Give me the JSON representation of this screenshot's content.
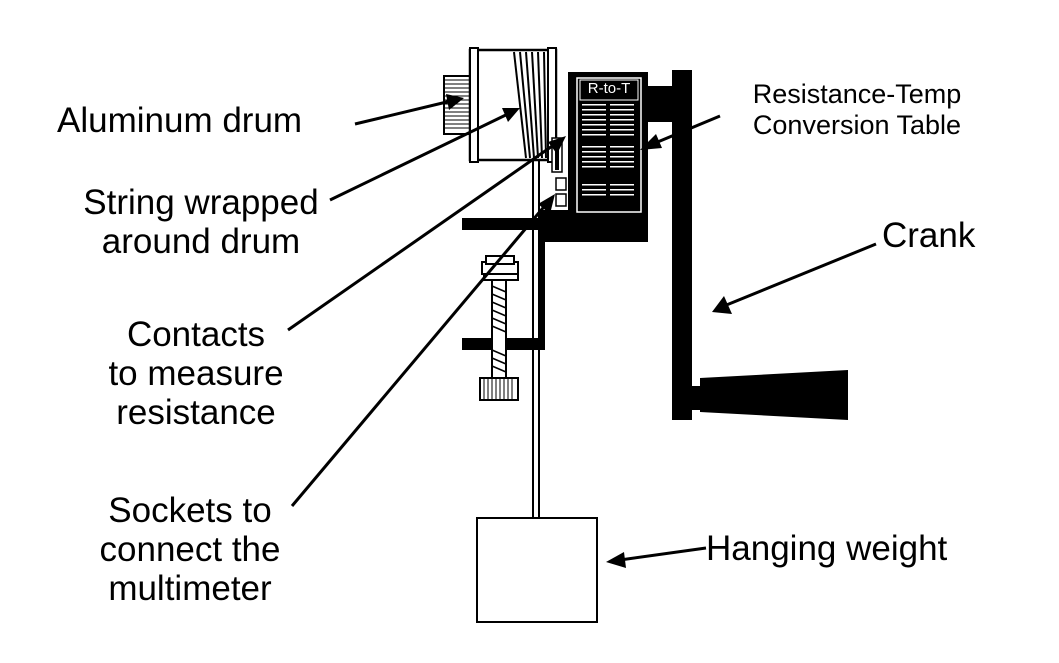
{
  "labels": {
    "aluminum_drum": "Aluminum drum",
    "string_line1": "String wrapped",
    "string_line2": "around drum",
    "contacts_line1": "Contacts",
    "contacts_line2": "to measure",
    "contacts_line3": "resistance",
    "sockets_line1": "Sockets to",
    "sockets_line2": "connect the",
    "sockets_line3": "multimeter",
    "table_line1": "Resistance-Temp",
    "table_line2": "Conversion Table",
    "crank": "Crank",
    "hanging_weight": "Hanging weight"
  },
  "device": {
    "table_title": "R-to-T"
  },
  "colors": {
    "ink": "#000000",
    "paper": "#ffffff"
  }
}
